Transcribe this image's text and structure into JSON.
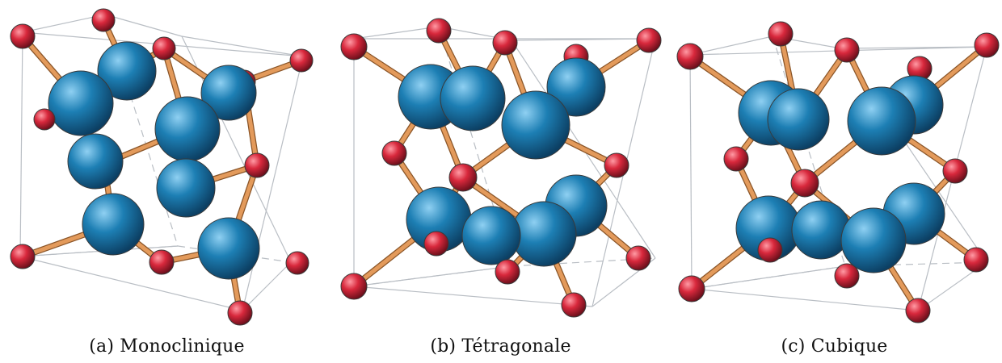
{
  "captions": [
    "(a) Monoclinique",
    "(b) Tétragonale",
    "(c) Cubique"
  ],
  "colors": {
    "large_atom": "#1d7fb4",
    "small_atom": "#d8283c",
    "bond": "#e39a5b",
    "cell_edge": "#b9bec4"
  }
}
